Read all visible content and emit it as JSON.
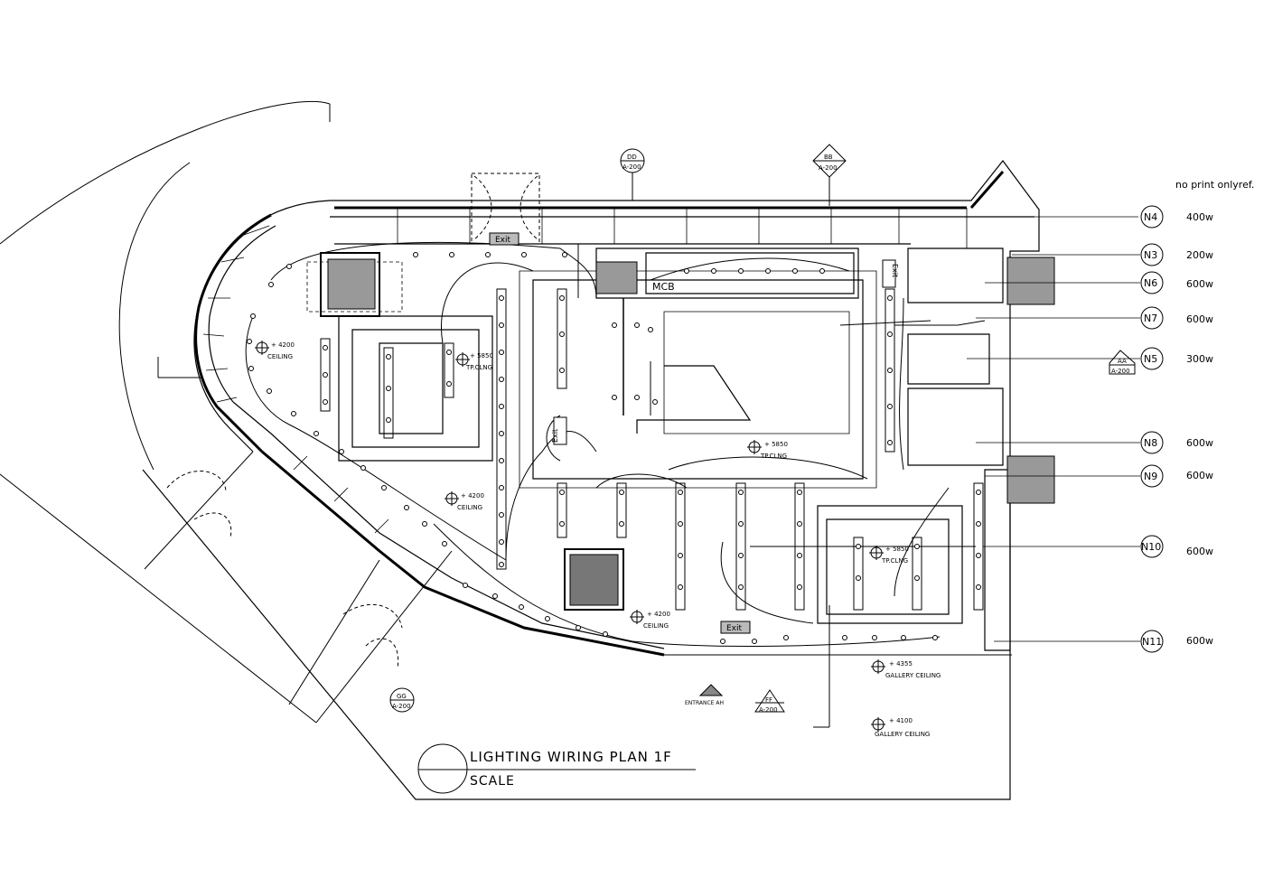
{
  "title": "LIGHTING WIRING PLAN 1F",
  "scale_label": "SCALE",
  "note": "no print onlyref.",
  "panel": "MCB",
  "exit_label": "Exit",
  "sections": [
    {
      "code": "DD",
      "ref": "A-200"
    },
    {
      "code": "BB",
      "ref": "A-200"
    },
    {
      "code": "AA",
      "ref": "A-200"
    },
    {
      "code": "GG",
      "ref": "A-200"
    },
    {
      "code": "FF",
      "ref": "A-200"
    }
  ],
  "entrance": "ENTRANCE AH",
  "ceilings": [
    {
      "level": "+ 4200",
      "label": "CEILING"
    },
    {
      "level": "+ 5850",
      "label": "TP.CLNG"
    },
    {
      "level": "+ 4200",
      "label": "CEILING"
    },
    {
      "level": "+ 5850",
      "label": "TP.CLNG"
    },
    {
      "level": "+ 5850",
      "label": "TP.CLNG"
    },
    {
      "level": "+ 4200",
      "label": "CEILING"
    },
    {
      "level": "+ 4355",
      "label": "GALLERY CEILING"
    },
    {
      "level": "+ 4100",
      "label": "GALLERY CEILING"
    }
  ],
  "circuits": [
    {
      "id": "N4",
      "load": "400w"
    },
    {
      "id": "N3",
      "load": "200w"
    },
    {
      "id": "N6",
      "load": "600w"
    },
    {
      "id": "N7",
      "load": "600w"
    },
    {
      "id": "N5",
      "load": "300w"
    },
    {
      "id": "N8",
      "load": "600w"
    },
    {
      "id": "N9",
      "load": "600w"
    },
    {
      "id": "N10",
      "load": "600w"
    },
    {
      "id": "N11",
      "load": "600w"
    }
  ]
}
